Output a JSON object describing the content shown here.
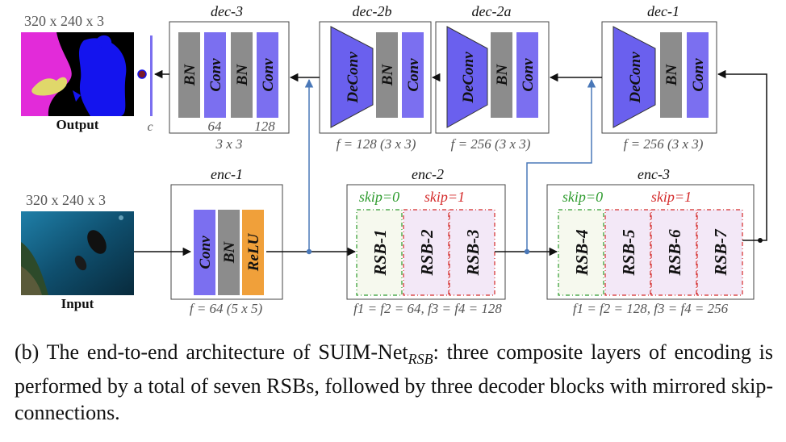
{
  "images": {
    "output_label": "Output",
    "output_size": "320 x 240 x 3",
    "input_label": "Input",
    "input_size": "320 x 240 x 3",
    "c_label": "c"
  },
  "dec3": {
    "title": "dec-3",
    "layers": [
      "BN",
      "Conv",
      "BN",
      "Conv"
    ],
    "ch1": "64",
    "ch2": "128",
    "filter": "3 x 3"
  },
  "dec2b": {
    "title": "dec-2b",
    "layers": [
      "DeConv",
      "BN",
      "Conv"
    ],
    "filter": "f = 128 (3 x 3)"
  },
  "dec2a": {
    "title": "dec-2a",
    "layers": [
      "DeConv",
      "BN",
      "Conv"
    ],
    "filter": "f = 256 (3 x 3)"
  },
  "dec1": {
    "title": "dec-1",
    "layers": [
      "DeConv",
      "BN",
      "Conv"
    ],
    "filter": "f = 256 (3 x 3)"
  },
  "enc1": {
    "title": "enc-1",
    "layers": [
      "Conv",
      "BN",
      "ReLU"
    ],
    "filter": "f = 64 (5 x 5)"
  },
  "enc2": {
    "title": "enc-2",
    "skip0": "skip=0",
    "skip1": "skip=1",
    "blocks": [
      "RSB-1",
      "RSB-2",
      "RSB-3"
    ],
    "filter": "f1 = f2 = 64, f3 = f4 = 128"
  },
  "enc3": {
    "title": "enc-3",
    "skip0": "skip=0",
    "skip1": "skip=1",
    "blocks": [
      "RSB-4",
      "RSB-5",
      "RSB-6",
      "RSB-7"
    ],
    "filter": "f1 = f2 = 128, f3 = f4 = 256"
  },
  "caption": {
    "prefix": "(b) The end-to-end architecture of SUIM-Net",
    "sub": "RSB",
    "suffix": ": three composite layers of encoding is performed by a total of seven RSBs, followed by three decoder blocks with mirrored skip-connections."
  },
  "colors": {
    "conv": "#7b6ff0",
    "bn": "#8c8c8c",
    "relu": "#f0a03a",
    "deconv": "#6a60ee",
    "skip0": "#2e9b2e",
    "skip1": "#d42a2a",
    "rsb_light": "#f6f9ee",
    "rsb_pink": "#f3e8f7",
    "skip_line": "#4a78b8"
  }
}
